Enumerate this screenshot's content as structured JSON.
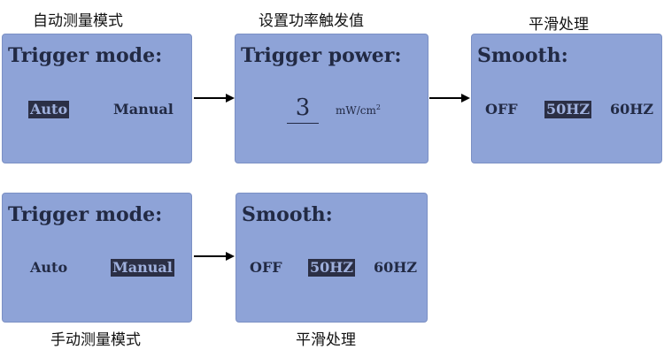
{
  "captions": {
    "auto_mode": "自动测量模式",
    "trigger_power": "设置功率触发值",
    "smooth_top": "平滑处理",
    "manual_mode": "手动测量模式",
    "smooth_bottom": "平滑处理"
  },
  "screens": {
    "auto_trigger": {
      "title": "Trigger mode:",
      "options": [
        "Auto",
        "Manual"
      ],
      "selected": "Auto"
    },
    "power": {
      "title": "Trigger power:",
      "value": "3",
      "unit": "mW/cm",
      "unit_exp": "2"
    },
    "smooth_top": {
      "title": "Smooth:",
      "options": [
        "OFF",
        "50HZ",
        "60HZ"
      ],
      "selected": "50HZ"
    },
    "manual_trigger": {
      "title": "Trigger mode:",
      "options": [
        "Auto",
        "Manual"
      ],
      "selected": "Manual"
    },
    "smooth_bottom": {
      "title": "Smooth:",
      "options": [
        "OFF",
        "50HZ",
        "60HZ"
      ],
      "selected": "50HZ"
    }
  },
  "colors": {
    "lcd_background": "#8ea3d7",
    "lcd_text": "#222a44",
    "selection_background": "#2b2f45"
  }
}
